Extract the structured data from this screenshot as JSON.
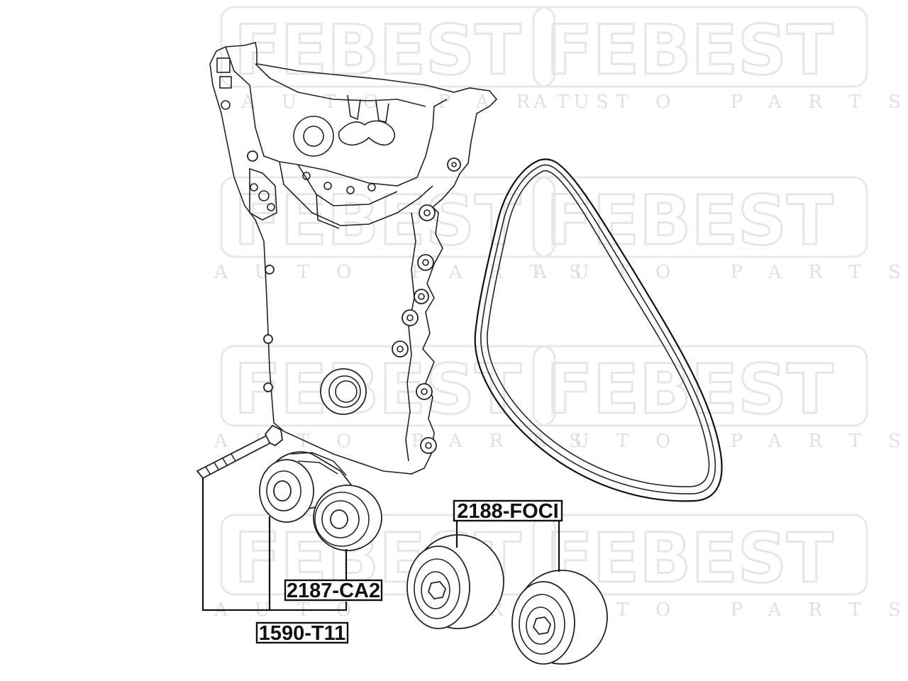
{
  "watermark": {
    "brand": "FEBEST",
    "tagline": "AUTO PARTS"
  },
  "parts": {
    "tensioner_assembly": "1590-T11",
    "tensioner_pulley": "2187-CA2",
    "idler_pulleys": "2188-FOCI"
  }
}
